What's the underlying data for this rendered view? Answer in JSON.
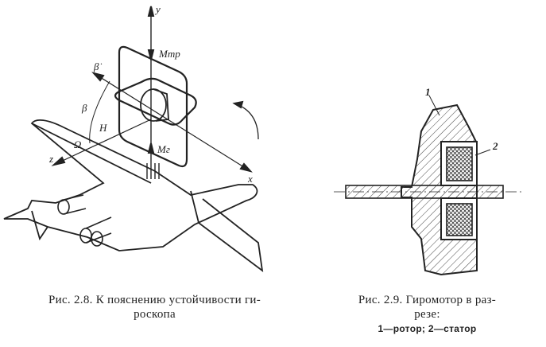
{
  "figure_2_8": {
    "labels": {
      "y": "y",
      "m_tr": "Mтр",
      "beta_dot": "β̇",
      "beta": "β",
      "h": "H",
      "omega": "Ω",
      "z": "z",
      "m_g": "Mг",
      "x": "x"
    },
    "caption_line1": "Рис. 2.8. К пояснению устойчивости ги-",
    "caption_line2": "роскопа"
  },
  "figure_2_9": {
    "labels": {
      "rotor_num": "1",
      "stator_num": "2"
    },
    "caption_line1": "Рис. 2.9. Гиромотор в раз-",
    "caption_line2": "резе:",
    "legend": "1—ротор;  2—статор"
  }
}
